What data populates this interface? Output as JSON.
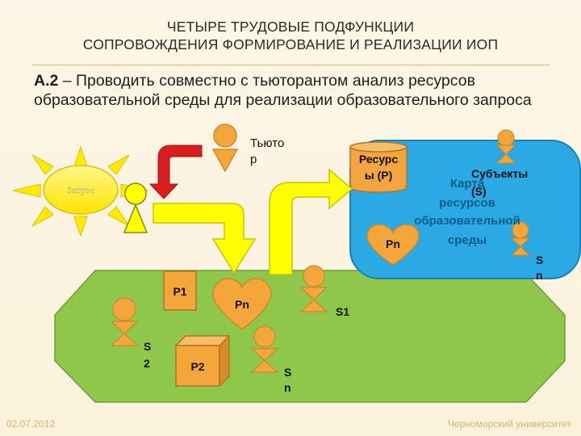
{
  "slide": {
    "title_line1": "ЧЕТЫРЕ ТРУДОВЫЕ ПОДФУНКЦИИ",
    "title_line2": "СОПРОВОЖДЕНИЯ ФОРМИРОВАНИЕ И РЕАЛИЗАЦИИ ИОП",
    "body_prefix": "А.2",
    "body_text": " – Проводить совместно с тьюторантом анализ ресурсов образовательной среды для реализации образовательного запроса",
    "footer_date": "02.07.2012",
    "footer_org": "Черноморский университет"
  },
  "diagram": {
    "sun_label": "Запрос",
    "tutor_line1": "Тьюто",
    "tutor_line2": "р",
    "resources_line1": "Ресурс",
    "resources_line2": "ы (Р)",
    "subjects_line1": "Субъекты",
    "subjects_line2": "(S)",
    "map_line1": "Карта",
    "map_line2": "ресурсов",
    "map_line3": "образовательной",
    "map_line4": "среды",
    "pn_label": "Pn",
    "p1_label": "P1",
    "p2_label": "P2",
    "s1_label": "S1",
    "s2_line1": "S",
    "s2_line2": "2",
    "sn_line1": "S",
    "sn_line2": "n"
  },
  "colors": {
    "sun": "#ffea00",
    "figure": "#f5a63a",
    "figure_stroke": "#c98a2c",
    "green_field": "#8fc74b",
    "blue_field": "#2aa9e4",
    "yellow_arrow": "#ffff00",
    "red_arrow": "#d81e1e",
    "footer": "#d8b36a"
  }
}
